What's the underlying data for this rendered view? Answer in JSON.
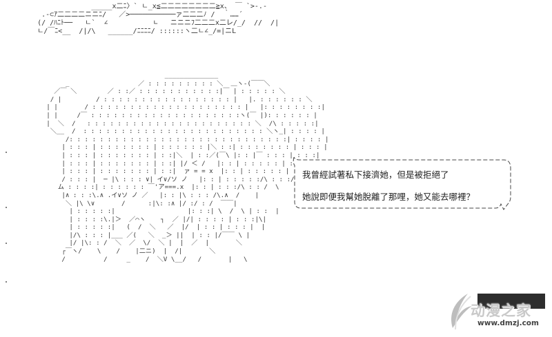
{
  "speech": {
    "line1": "我曾經試著私下接濟她，但是被拒絕了",
    "line2": "她說即便我幫她脫離了那哩，她又能去哪裡？"
  },
  "watermark": {
    "title": "动漫之家",
    "url": "www.dmzj.com"
  }
}
